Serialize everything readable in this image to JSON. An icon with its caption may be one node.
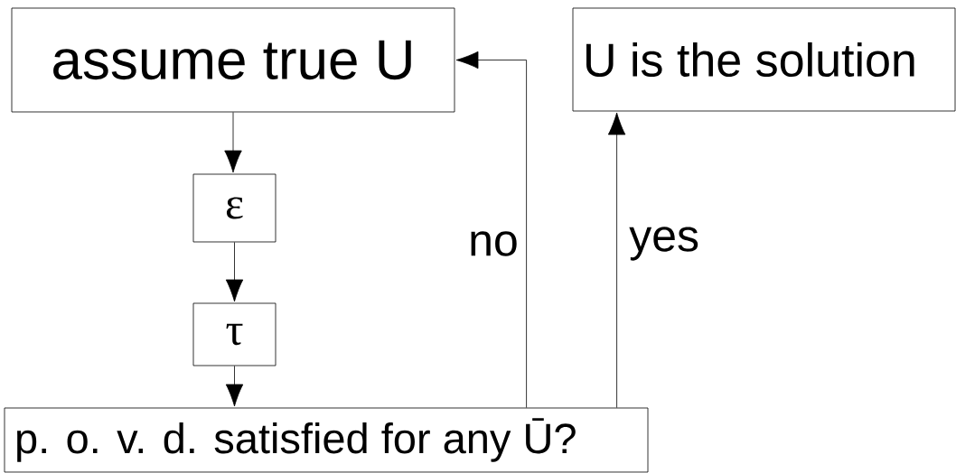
{
  "diagram": {
    "nodes": [
      {
        "text": [
          "assume true U"
        ]
      },
      {
        "text": [
          "ε"
        ]
      },
      {
        "text": [
          "τ"
        ]
      },
      {
        "text": [
          "p. o. v. d. satisfied for any Ū?"
        ]
      },
      {
        "text": [
          "U is the solution"
        ]
      }
    ],
    "edges": [
      {
        "from": 0,
        "to": 1,
        "arrow": "to"
      },
      {
        "from": 1,
        "to": 2,
        "arrow": "to"
      },
      {
        "from": 2,
        "to": 3,
        "arrow": "to"
      },
      {
        "from": 3,
        "to": 0,
        "arrow": "to",
        "label": "no"
      },
      {
        "from": 3,
        "to": 4,
        "arrow": "to",
        "label": "yes"
      }
    ]
  }
}
